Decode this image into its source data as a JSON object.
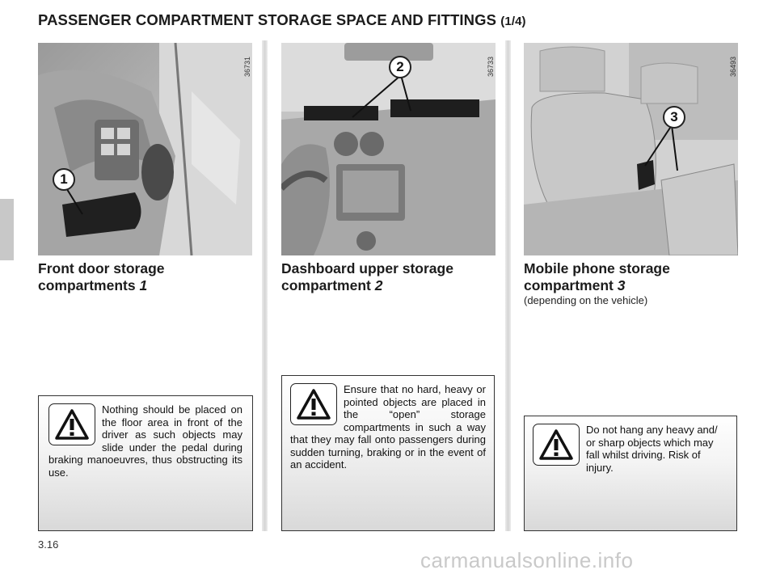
{
  "title": {
    "main": "PASSENGER COMPARTMENT STORAGE SPACE AND FITTINGS",
    "part": "(1/4)"
  },
  "columns": [
    {
      "image_ref": "36731",
      "callout": "1",
      "heading_line1": "Front door storage",
      "heading_line2": "compartments",
      "heading_num": "1",
      "note": "",
      "warning": "Nothing should be placed on the floor area in front of the driver as such objects may slide under the pedal during braking manoeuvres, thus obstructing its use.",
      "warning_icon": "warning-triangle-icon"
    },
    {
      "image_ref": "36733",
      "callout": "2",
      "heading_line1": "Dashboard upper storage",
      "heading_line2": "compartment",
      "heading_num": "2",
      "note": "",
      "warning": "Ensure that no hard, heavy or pointed objects are placed in the “open” storage compartments in such a way that they may fall onto passengers during sudden turning, braking or in the event of an accident.",
      "warning_icon": "warning-triangle-icon"
    },
    {
      "image_ref": "36493",
      "callout": "3",
      "heading_line1": "Mobile phone storage",
      "heading_line2": "compartment",
      "heading_num": "3",
      "note": "(depending on the vehicle)",
      "warning": "Do not hang any heavy and/ or sharp objects which may fall whilst driving. Risk of injury.",
      "warning_icon": "warning-triangle-icon"
    }
  ],
  "page_number": "3.16",
  "watermark": "carmanualsonline.info"
}
